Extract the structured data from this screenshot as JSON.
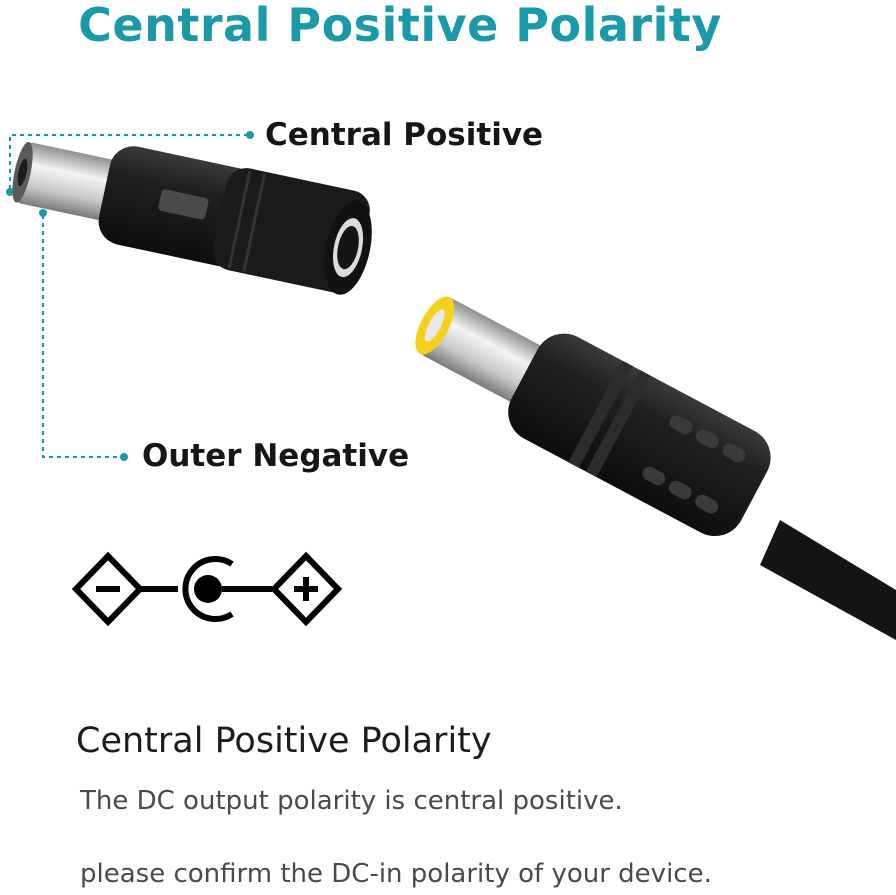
{
  "header": {
    "title": "Central Positive Polarity"
  },
  "callouts": {
    "center": "Central Positive",
    "outer": "Outer Negative"
  },
  "symbol": {
    "left": "minus-diamond-icon",
    "middle": "center-pin-icon",
    "right": "plus-diamond-icon"
  },
  "colors": {
    "accent": "#1a9aa8",
    "plug": "#1c1c1c",
    "tip": "#f2d21b",
    "metal": "#d9d9d9"
  },
  "info": {
    "title": "Central Positive Polarity",
    "line1": "The DC output polarity is central positive.",
    "line2": "please confirm the DC-in polarity of your device."
  }
}
